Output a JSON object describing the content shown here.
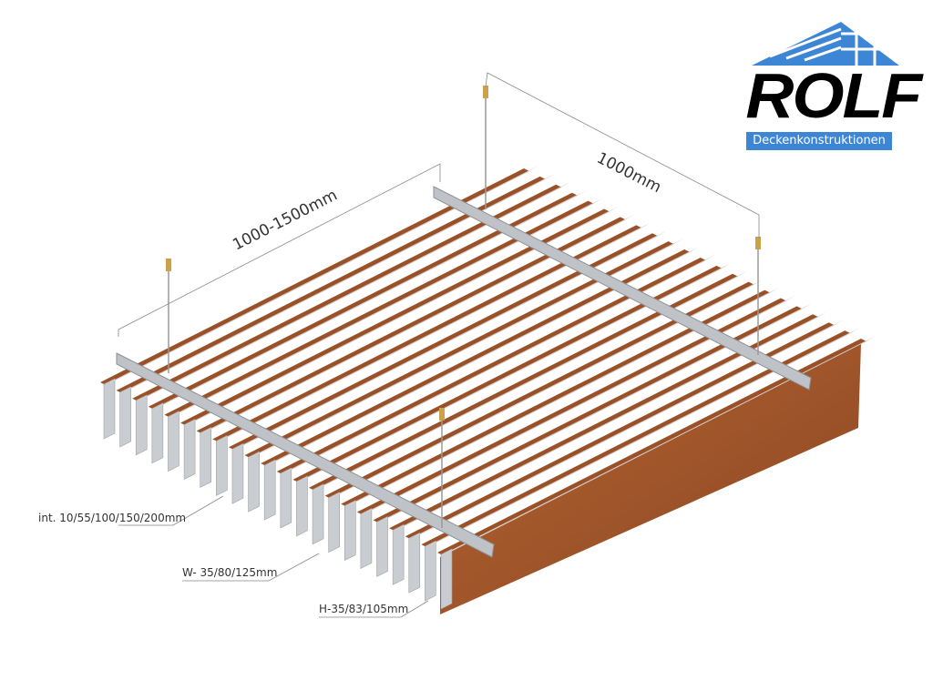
{
  "logo": {
    "brand": "ROLF",
    "subtitle": "Deckenkonstruktionen"
  },
  "dimensions": {
    "length": "1000-1500mm",
    "carrier_spacing": "1000mm",
    "interval": "int. 10/55/100/150/200mm",
    "width": "W- 35/80/125mm",
    "height": "H-35/83/105mm"
  },
  "colors": {
    "wood": "#9a5127",
    "metal": "#c9ccd0",
    "logo_blue": "#3d86d6"
  },
  "slat_count": 22
}
